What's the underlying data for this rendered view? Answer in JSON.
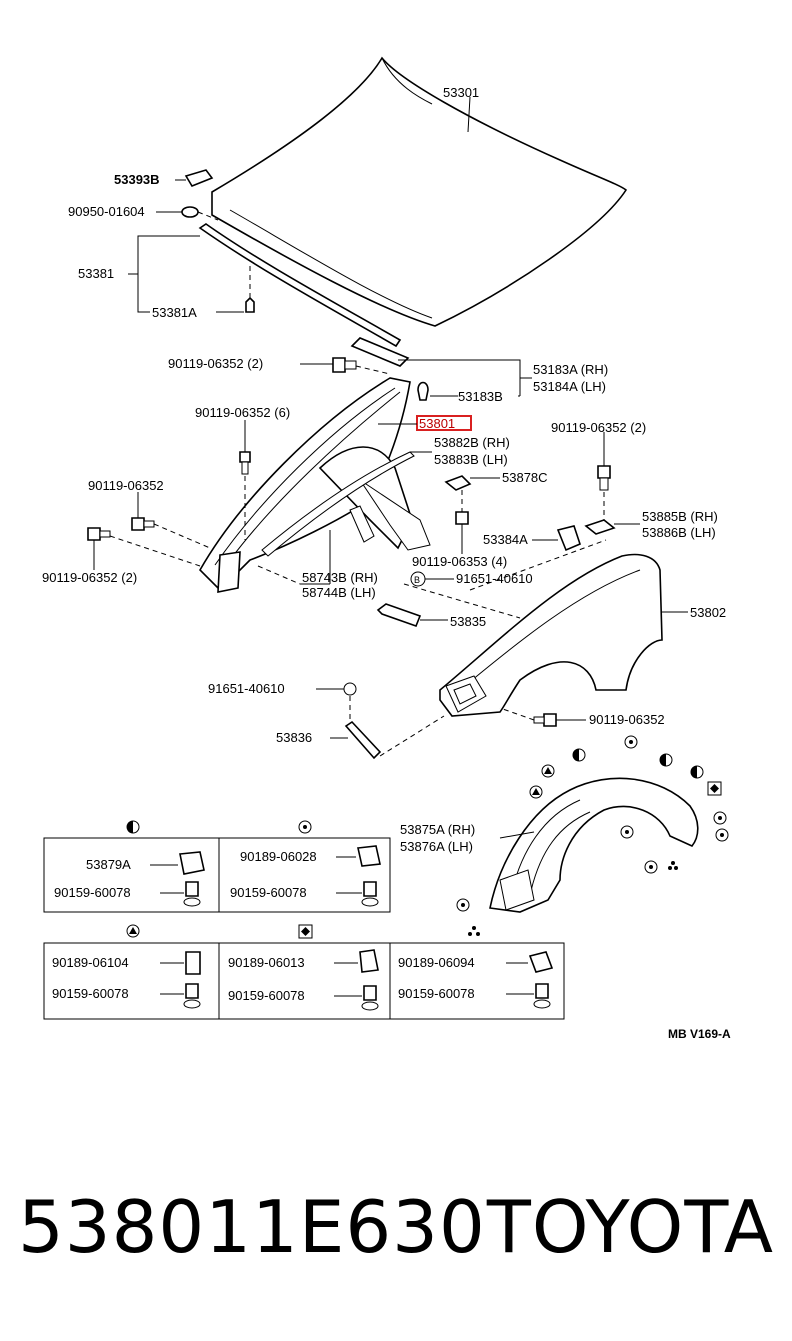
{
  "diagram": {
    "labels": {
      "hood": "53301",
      "hood_stopper": "53393B",
      "cushion": "90950-01604",
      "hood_seal": "53381",
      "seal_clip": "53381A",
      "bolt_top": "90119-06352 (2)",
      "bracket_rh": "53183A (RH)",
      "bracket_lh": "53184A (LH)",
      "bracket_b": "53183B",
      "apron": "53801",
      "bolt_6": "90119-06352 (6)",
      "seal_rh": "53882B (RH)",
      "seal_lh": "53883B (LH)",
      "bolt_right2": "90119-06352 (2)",
      "clip_c": "53878C",
      "bolt_left": "90119-06352",
      "support_a": "53384A",
      "protector_rh": "53885B (RH)",
      "protector_lh": "53886B (LH)",
      "bolt_left2": "90119-06352 (2)",
      "bolt_4": "90119-06353 (4)",
      "nut_b": "91651-40610",
      "seal_r_rh": "58743B (RH)",
      "seal_r_lh": "58744B (LH)",
      "fender": "53802",
      "brace": "53835",
      "nut_lower": "91651-40610",
      "brace_lower": "53836",
      "bolt_lower": "90119-06352",
      "liner_rh": "53875A (RH)",
      "liner_lh": "53876A (LH)",
      "code": "MB V169-A",
      "b_marker": "B"
    },
    "table1": {
      "left": {
        "a": "53879A",
        "b": "90159-60078"
      },
      "right": {
        "a": "90189-06028",
        "b": "90159-60078"
      }
    },
    "table2": {
      "c1": {
        "a": "90189-06104",
        "b": "90159-60078"
      },
      "c2": {
        "a": "90189-06013",
        "b": "90159-60078"
      },
      "c3": {
        "a": "90189-06094",
        "b": "90159-60078"
      }
    }
  },
  "footer": {
    "part_number": "538011E630",
    "brand": "TOYOTA"
  }
}
